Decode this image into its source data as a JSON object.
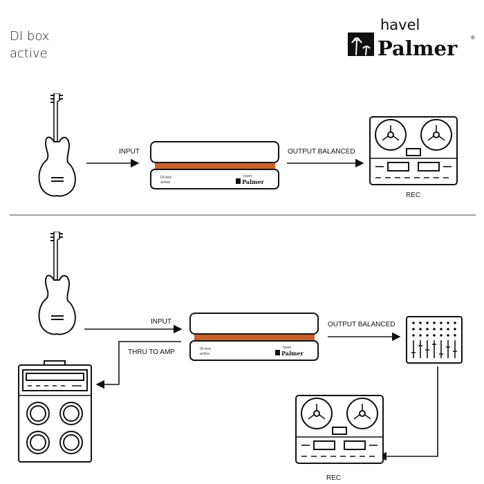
{
  "title": {
    "line1": "DI box",
    "line2": "active"
  },
  "logo": {
    "brand_top": "havel",
    "brand_main": "Palmer",
    "registered": "®"
  },
  "colors": {
    "accent": "#c9612c",
    "line": "#111111"
  },
  "setup1": {
    "input_label": "INPUT",
    "output_label": "OUTPUT BALANCED",
    "recorder_label": "REC",
    "device": {
      "line1": "DI-box",
      "line2": "active",
      "brand_top": "havel",
      "brand_main": "Palmer"
    }
  },
  "setup2": {
    "input_label": "INPUT",
    "thru_label": "THRU TO AMP",
    "output_label": "OUTPUT BALANCED",
    "recorder_label": "REC",
    "device": {
      "line1": "DI-box",
      "line2": "active",
      "brand_top": "havel",
      "brand_main": "Palmer"
    }
  }
}
